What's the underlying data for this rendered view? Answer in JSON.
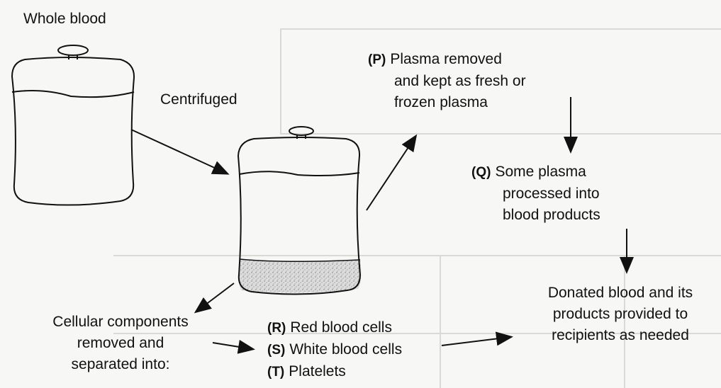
{
  "title": "Whole blood",
  "step_centrifuged": "Centrifuged",
  "plasma": {
    "code": "(P)",
    "lines": [
      "Plasma removed",
      "and kept as fresh or",
      "frozen plasma"
    ]
  },
  "processed": {
    "code": "(Q)",
    "lines": [
      "Some plasma",
      "processed into",
      "blood products"
    ]
  },
  "donated": {
    "lines": [
      "Donated blood and its",
      "products provided to",
      "recipients as needed"
    ]
  },
  "cellular": {
    "lines": [
      "Cellular components",
      "removed and",
      "separated into:"
    ]
  },
  "components": [
    {
      "code": "(R)",
      "label": "Red blood cells"
    },
    {
      "code": "(S)",
      "label": "White blood cells"
    },
    {
      "code": "(T)",
      "label": "Platelets"
    }
  ],
  "colors": {
    "ink": "#111111",
    "sediment": "#bdbdbd",
    "background": "#f7f7f5"
  }
}
